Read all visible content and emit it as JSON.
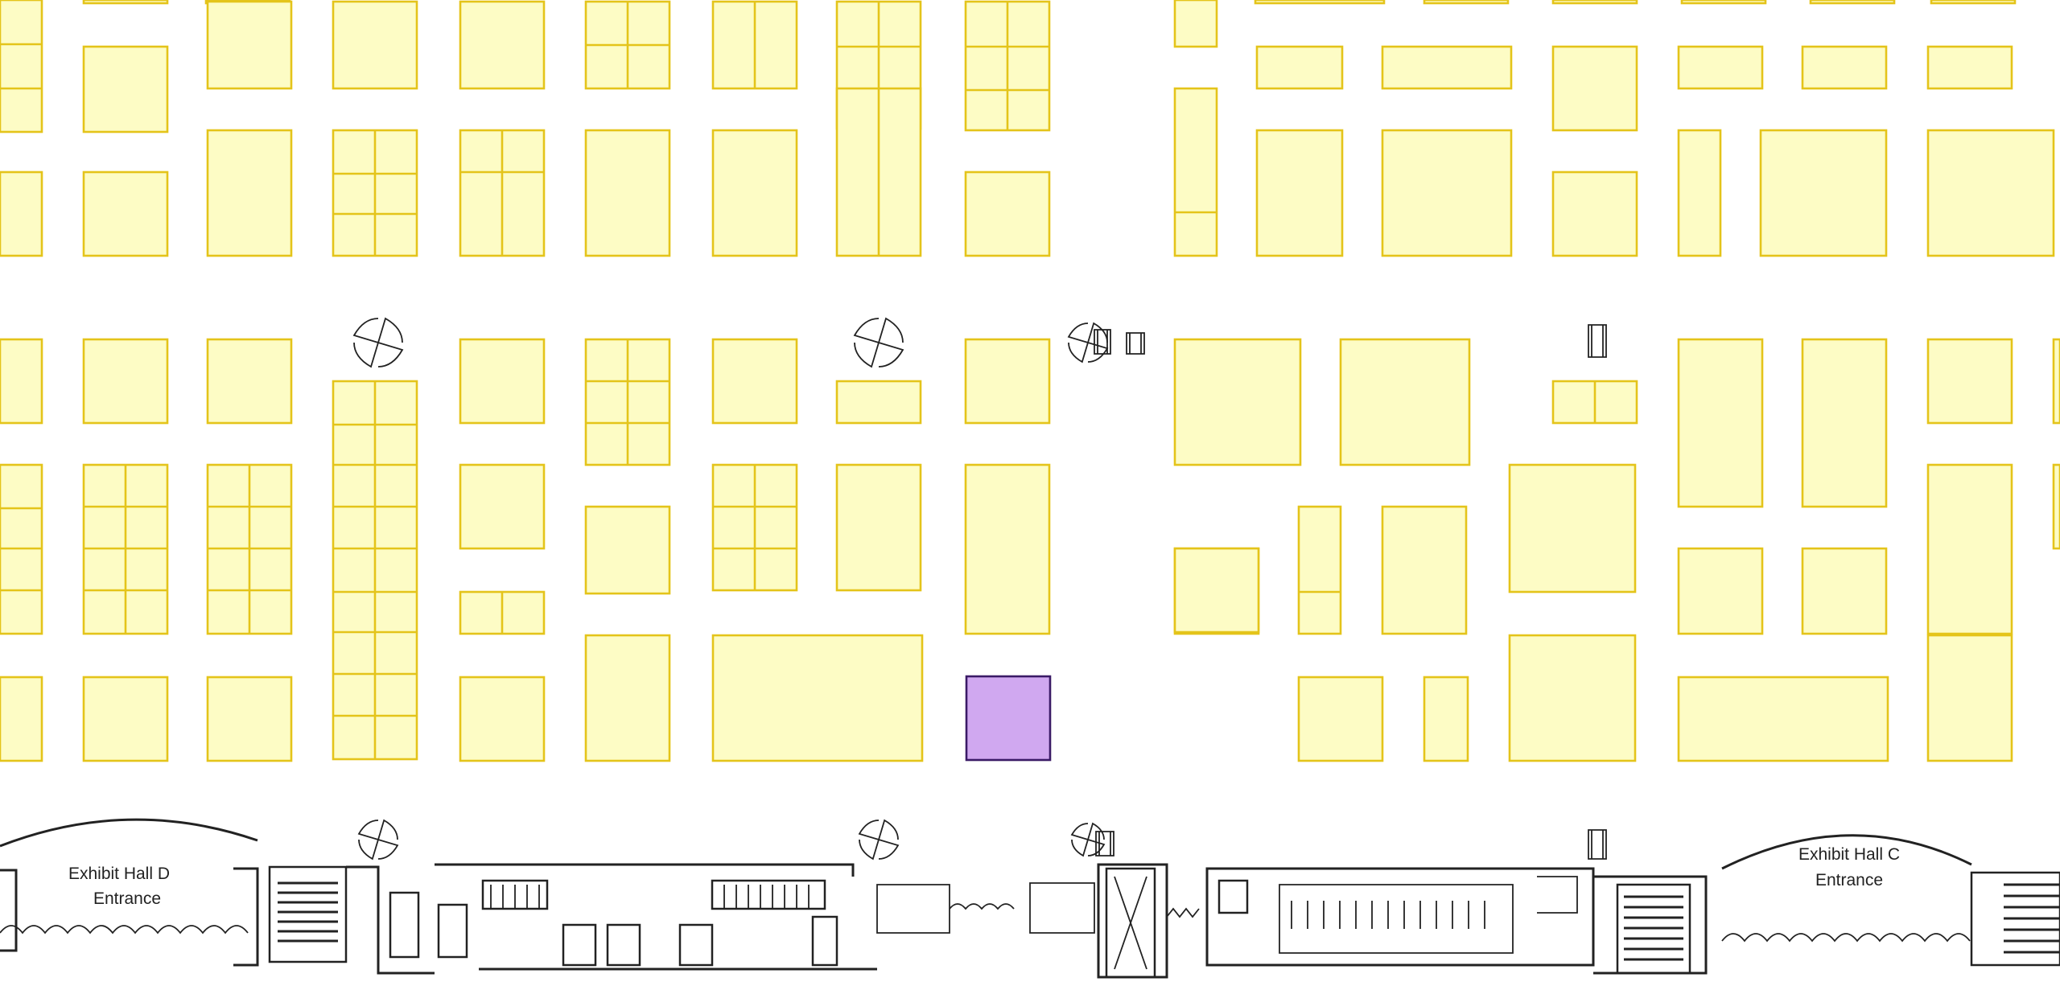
{
  "map": {
    "background": "#ffffff",
    "booth_fill": "#fdfcc5",
    "booth_stroke": "#e4c41a",
    "highlight_fill": "#d0a8f0",
    "highlight_stroke": "#3a1a66",
    "wall_color": "#222222"
  },
  "entrances": {
    "hall_d": {
      "line1": "Exhibit Hall D",
      "line2": "Entrance"
    },
    "hall_c": {
      "line1": "Exhibit Hall C",
      "line2": "Entrance"
    }
  },
  "highlighted_booth": {
    "state": "selected"
  },
  "icons": [
    "revolving-door-icon",
    "elevator-icon",
    "stairs-icon",
    "restroom-icon"
  ]
}
